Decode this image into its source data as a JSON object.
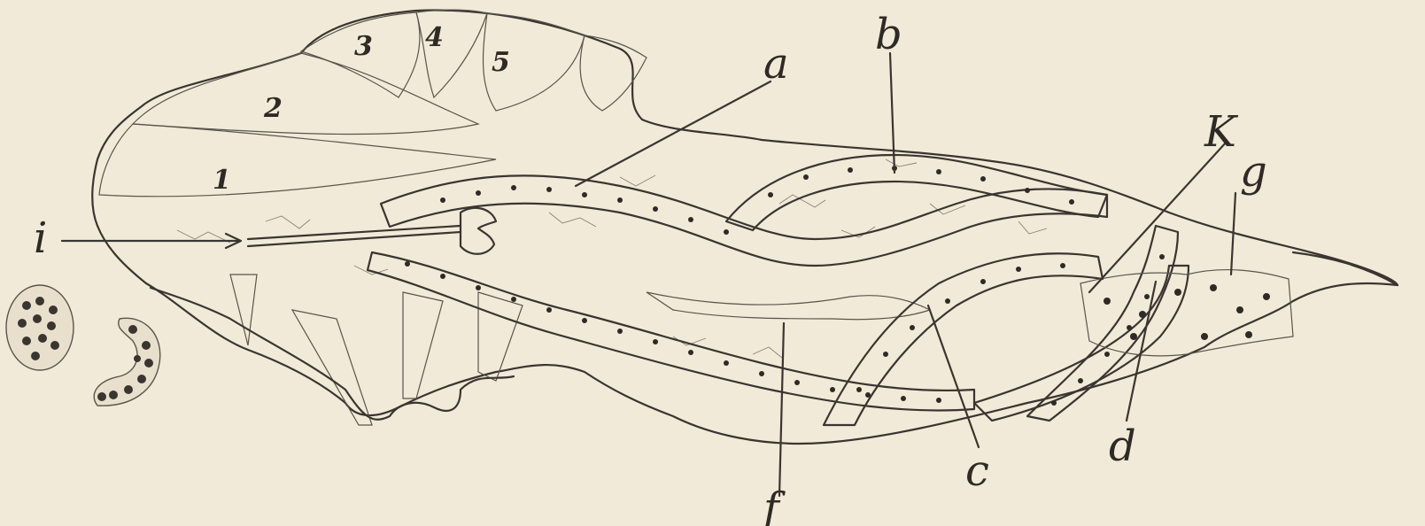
{
  "labels": {
    "a": "a",
    "b": "b",
    "c": "c",
    "d": "d",
    "f": "f",
    "g": "g",
    "i": "i",
    "k": "K"
  },
  "muscle_numbers": {
    "m1": "1",
    "m2": "2",
    "m3": "3",
    "m4": "4",
    "m5": "5"
  },
  "colors": {
    "paper": "#f1ead8",
    "ink": "#3a3530",
    "tissue": "#ddd6c4",
    "muscle": "#bdb6a5",
    "duct": "#c9c2b0"
  }
}
